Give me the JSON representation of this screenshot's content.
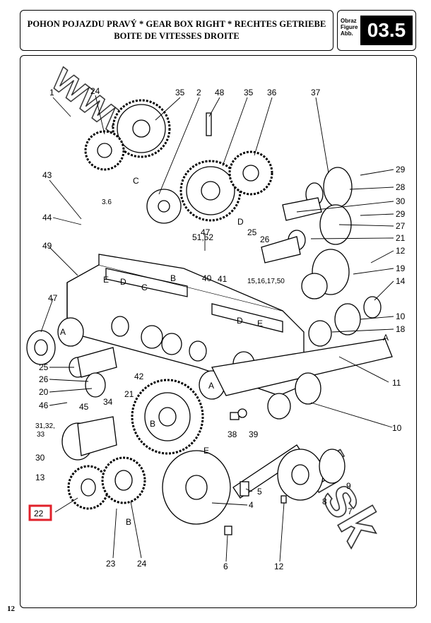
{
  "header": {
    "title_line1": "POHON POJAZDU PRAVÝ * GEAR BOX RIGHT * RECHTES GETRIEBE",
    "title_line2": "BOITE DE VITESSES DROITE",
    "figure_label_line1": "Obraz",
    "figure_label_line2": "Figure",
    "figure_label_line3": "Abb.",
    "figure_number": "03.5"
  },
  "page_number": "12",
  "watermark": "www.mtp-hb.sk",
  "highlight_color": "#e0202a",
  "callouts": {
    "c1": "1",
    "c24a": "24",
    "c35a": "35",
    "c2": "2",
    "c48": "48",
    "c35b": "35",
    "c36": "36",
    "c37": "37",
    "c29a": "29",
    "c28": "28",
    "c30a": "30",
    "c29b": "29",
    "c27": "27",
    "c21a": "21",
    "c12a": "12",
    "c19": "19",
    "c14": "14",
    "c10a": "10",
    "c18": "18",
    "c43": "43",
    "c44": "44",
    "c3_6": "3.6",
    "c51_52": "51,52",
    "c47a": "47",
    "c25a": "25",
    "c26a": "26",
    "c49": "49",
    "c40": "40",
    "c41": "41",
    "c15": "15,16,17,50",
    "c47b": "47",
    "c25b": "25",
    "c26b": "26",
    "c20": "20",
    "c46": "46",
    "c45": "45",
    "c42": "42",
    "c21b": "21",
    "c34": "34",
    "c31": "31,32,",
    "c33": "33",
    "c30b": "30",
    "c13": "13",
    "c22": "22",
    "c23": "23",
    "c24b": "24",
    "c38": "38",
    "c39": "39",
    "c11": "11",
    "c10b": "10",
    "c5": "5",
    "c4": "4",
    "c9": "9",
    "c8": "8",
    "c7": "7",
    "c6": "6",
    "c12b": "12",
    "lA1": "A",
    "lA2": "A",
    "lA3": "A",
    "lB1": "B",
    "lB2": "B",
    "lB3": "B",
    "lC1": "C",
    "lC2": "C",
    "lD1": "D",
    "lD2": "D",
    "lD3": "D",
    "lE1": "E",
    "lE2": "E",
    "lE3": "E"
  }
}
